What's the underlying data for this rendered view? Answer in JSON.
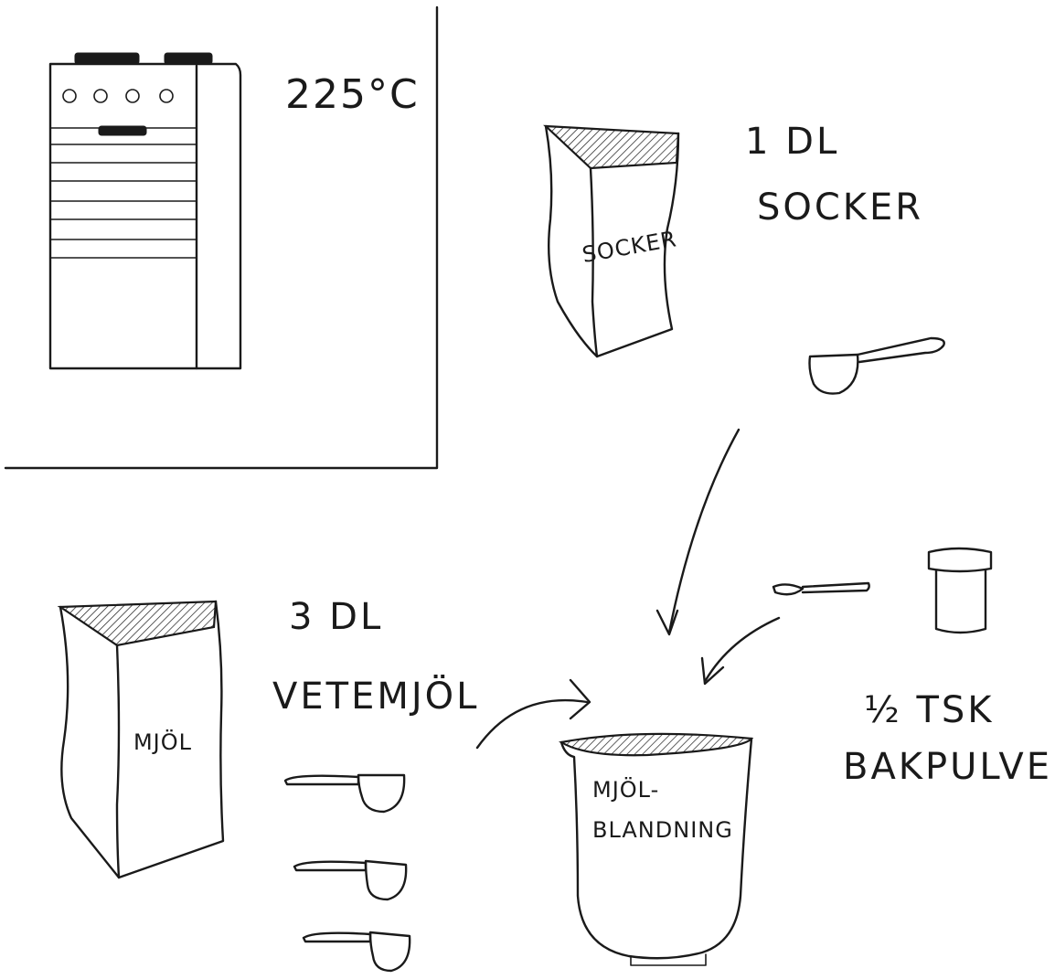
{
  "oven": {
    "temperature": "225°C"
  },
  "sugar": {
    "amount": "1 DL",
    "name": "SOCKER",
    "bag_label": "SOCKER"
  },
  "flour": {
    "amount": "3 DL",
    "name": "VETEMJÖL",
    "bag_label": "MJÖL"
  },
  "baking_powder": {
    "amount": "½ TSK",
    "name": "BAKPULVER"
  },
  "bowl": {
    "label_line1": "MJÖL-",
    "label_line2": "BLANDNING"
  },
  "colors": {
    "ink": "#1a1a1a",
    "paper": "#ffffff"
  }
}
